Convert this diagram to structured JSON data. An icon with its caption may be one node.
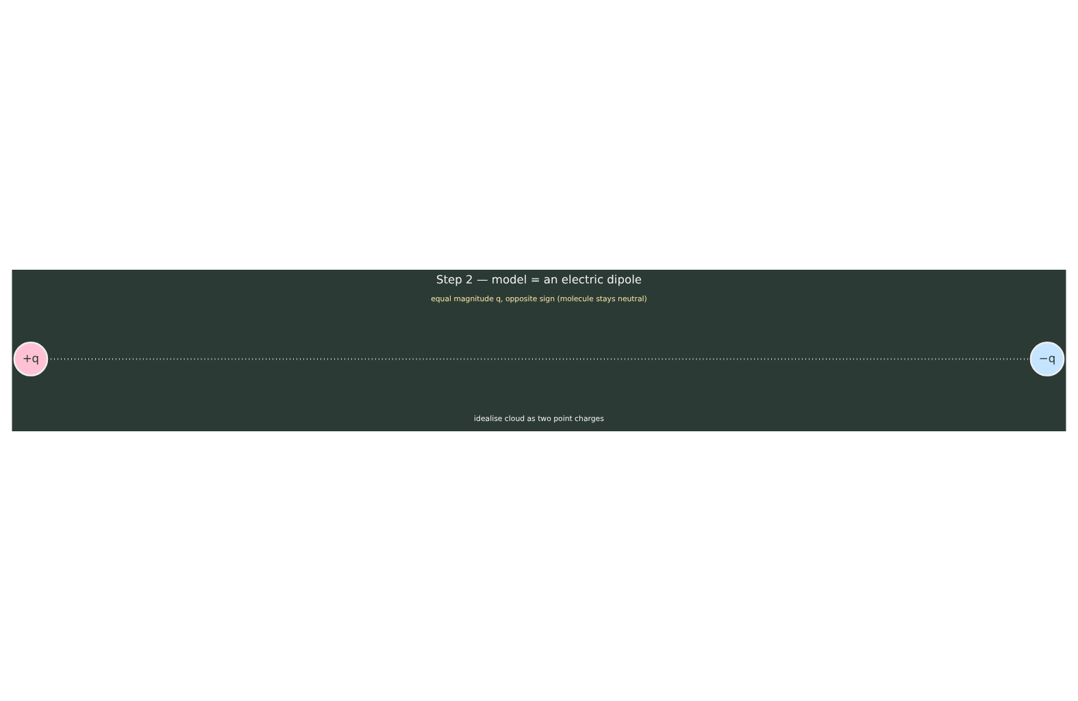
{
  "diagram": {
    "title": "Step 2 — model = an electric dipole",
    "nodes": [
      {
        "text": [
          "+q"
        ]
      },
      {
        "text": [
          "−q"
        ]
      }
    ],
    "edges": [
      {
        "from": 0,
        "to": 1,
        "arrow": "none",
        "style": "dashed"
      }
    ],
    "labels": [
      "equal magnitude q, opposite sign (molecule stays neutral)",
      "idealise cloud as two point charges"
    ]
  }
}
